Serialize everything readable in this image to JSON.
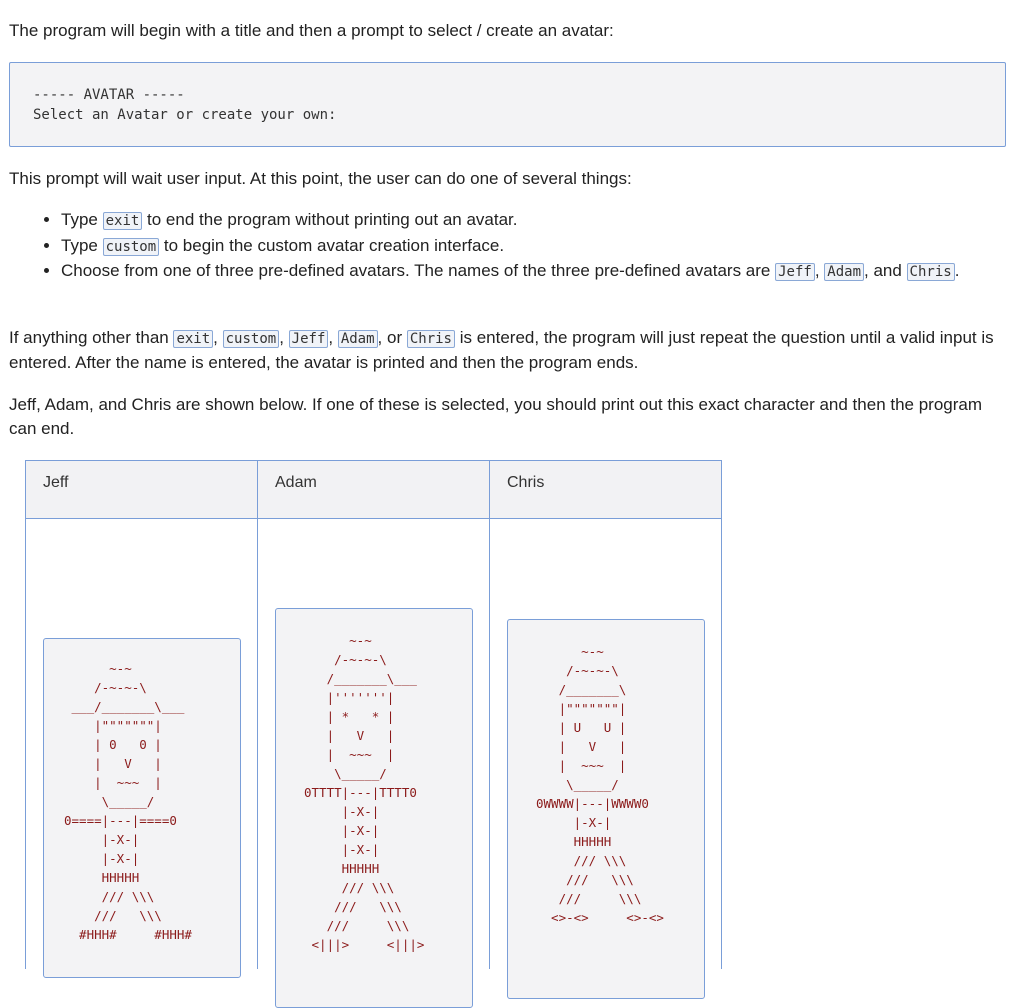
{
  "intro": "The program will begin with a title and then a prompt to select / create an avatar:",
  "code_block": "----- AVATAR -----\nSelect an Avatar or create your own:",
  "wait_text": "This prompt will wait user input. At this point, the user can do one of several things:",
  "options": {
    "item1": {
      "pre": "Type ",
      "code": "exit",
      "post": " to end the program without printing out an avatar."
    },
    "item2": {
      "pre": "Type ",
      "code": "custom",
      "post": " to begin the custom avatar creation interface."
    },
    "item3": {
      "pre": "Choose from one of three pre-defined avatars. The names of the three pre-defined avatars are ",
      "code1": "Jeff",
      "sep1": ", ",
      "code2": "Adam",
      "sep2": ", and ",
      "code3": "Chris",
      "post": "."
    }
  },
  "other_text": {
    "pre": "If anything other than ",
    "c1": "exit",
    "s1": ", ",
    "c2": "custom",
    "s2": ", ",
    "c3": "Jeff",
    "s3": ", ",
    "c4": "Adam",
    "s4": ", or ",
    "c5": "Chris",
    "post": " is entered, the program will just repeat the question until a valid input is entered. After the name is entered, the avatar is printed and then the program ends."
  },
  "shown_text": "Jeff, Adam, and Chris are shown below. If one of these is selected, you should print out this exact character and then the program can end.",
  "table": {
    "headers": [
      "Jeff",
      "Adam",
      "Chris"
    ],
    "jeff_art": "      ~-~\n    /-~-~-\\\n ___/_______\\___\n    |\"\"\"\"\"\"\"|\n    | 0   0 |\n    |   V   |\n    |  ~~~  |\n     \\_____/\n0====|---|====0\n     |-X-|\n     |-X-|\n     HHHHH\n     /// \\\\\\\n    ///   \\\\\\\n  #HHH#     #HHH#",
    "adam_art": "      ~-~\n    /-~-~-\\\n   /_______\\___\n   |'''''''|\n   | *   * |\n   |   V   |\n   |  ~~~  |\n    \\_____/\n0TTTT|---|TTTT0\n     |-X-|\n     |-X-|\n     |-X-|\n     HHHHH\n     /// \\\\\\\n    ///   \\\\\\\n   ///     \\\\\\\n <|||>     <|||>",
    "chris_art": "      ~-~\n    /-~-~-\\\n   /_______\\\n   |\"\"\"\"\"\"\"|\n   | U   U |\n   |   V   |\n   |  ~~~  |\n    \\_____/\n0WWWW|---|WWWW0\n     |-X-|\n     HHHHH\n     /// \\\\\\\n    ///   \\\\\\\n   ///     \\\\\\\n  <>-<>     <>-<>"
  }
}
